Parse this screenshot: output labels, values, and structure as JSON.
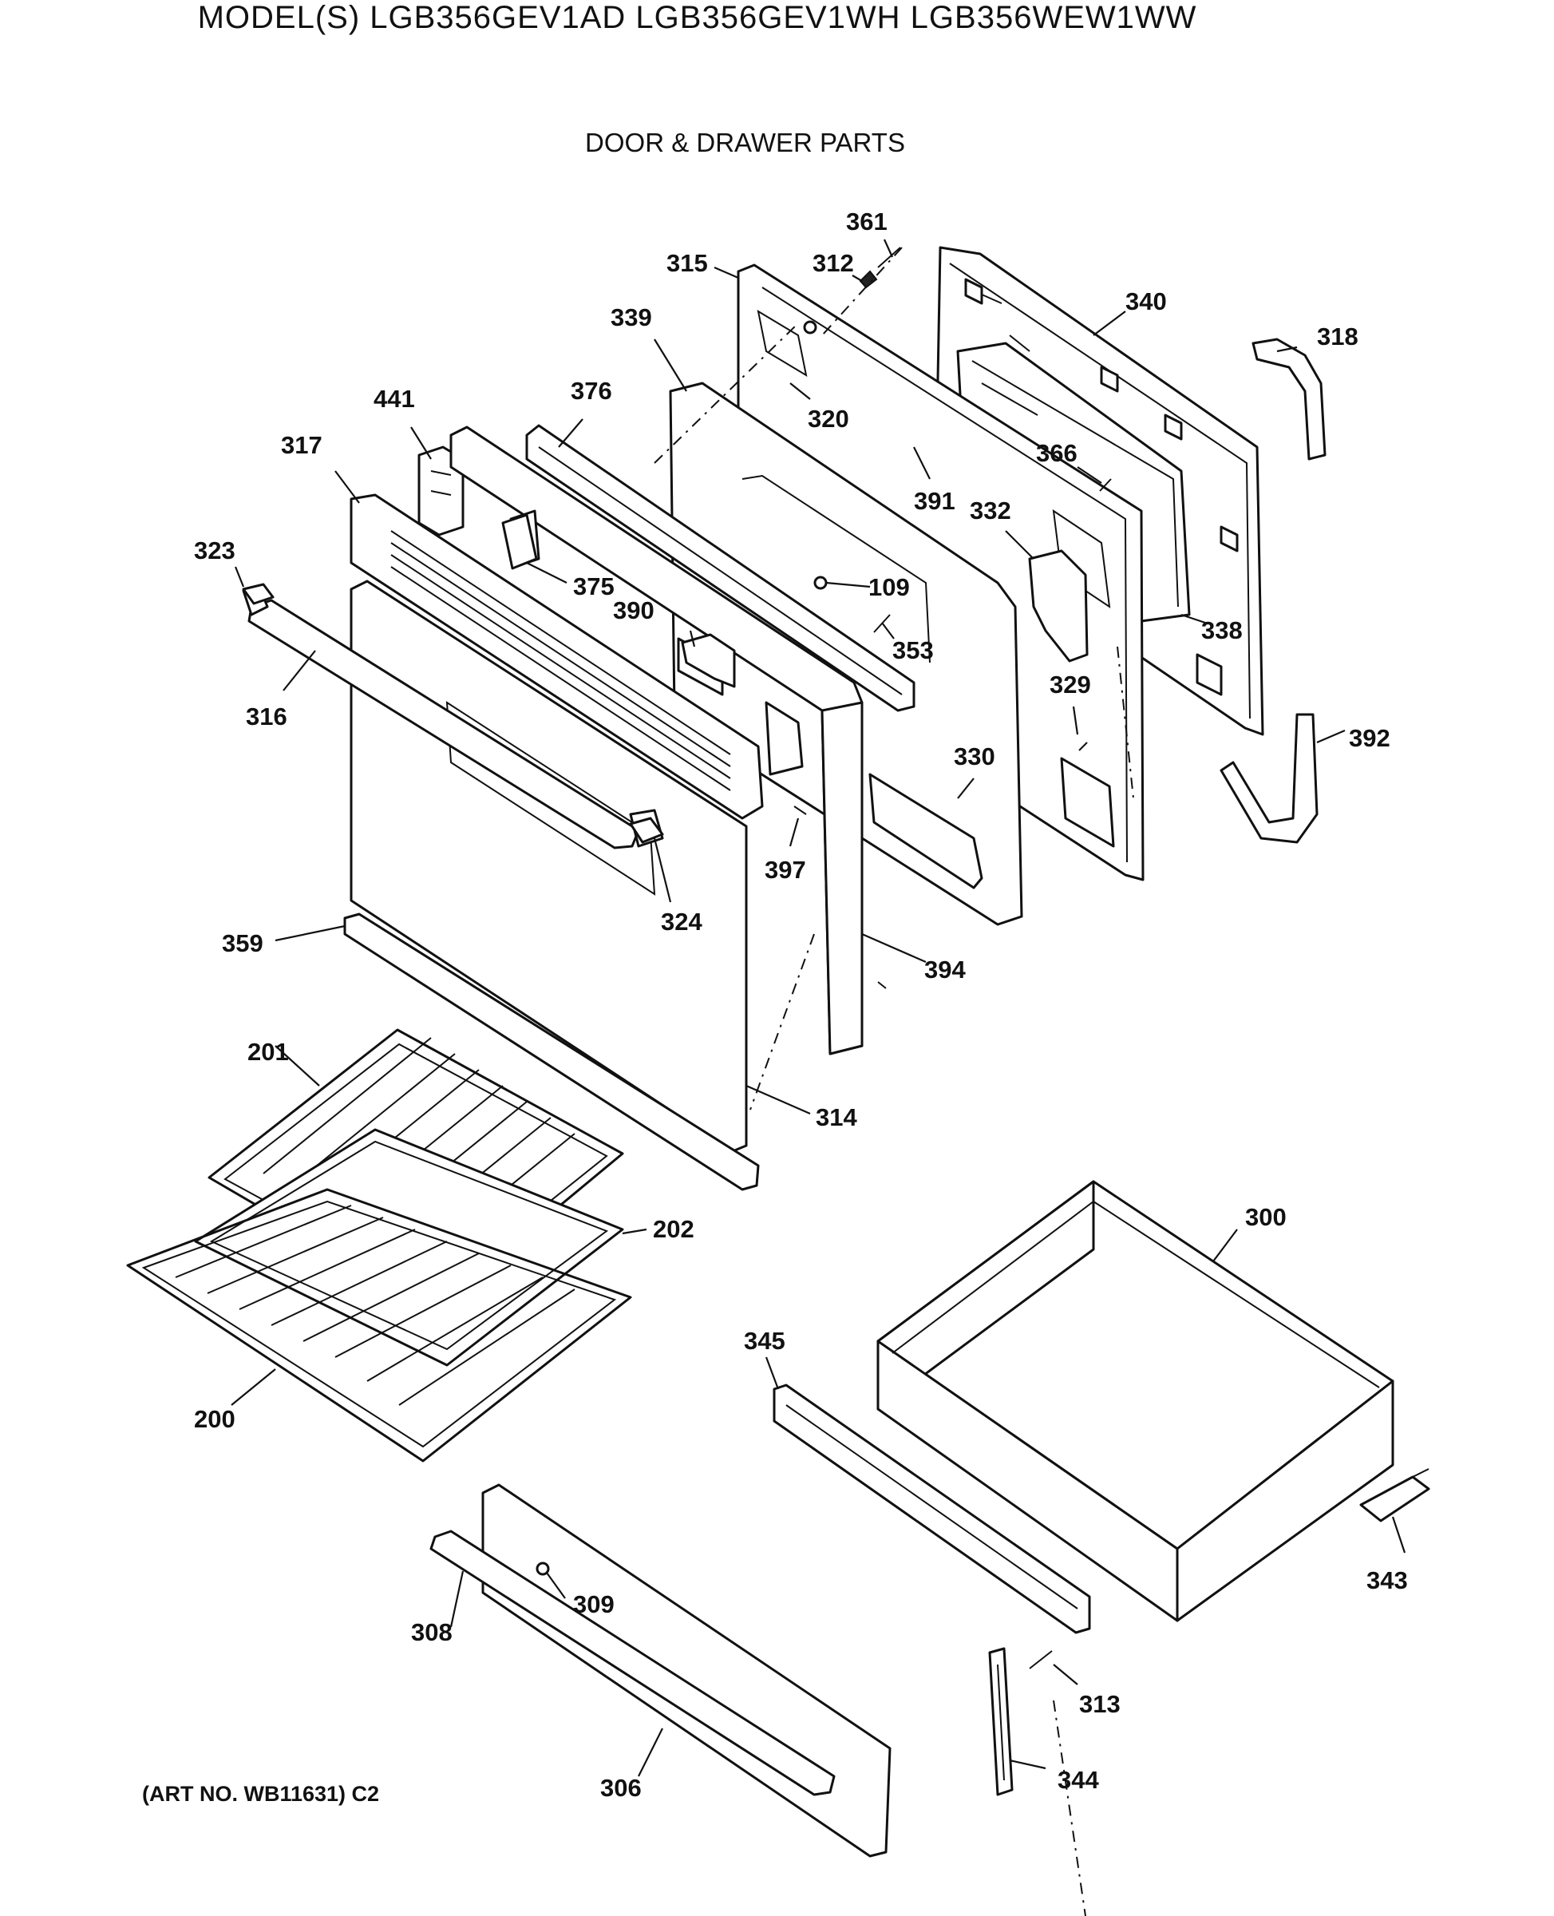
{
  "header": {
    "model_title": "MODEL(S) LGB356GEV1AD  LGB356GEV1WH  LGB356WEW1WW",
    "section_title": "DOOR & DRAWER PARTS"
  },
  "footer": {
    "art_number": "(ART NO. WB11631) C2"
  },
  "callouts": [
    {
      "id": "361",
      "label": "361"
    },
    {
      "id": "315",
      "label": "315"
    },
    {
      "id": "312",
      "label": "312"
    },
    {
      "id": "340",
      "label": "340"
    },
    {
      "id": "339",
      "label": "339"
    },
    {
      "id": "318",
      "label": "318"
    },
    {
      "id": "441",
      "label": "441"
    },
    {
      "id": "376",
      "label": "376"
    },
    {
      "id": "320",
      "label": "320"
    },
    {
      "id": "317",
      "label": "317"
    },
    {
      "id": "366",
      "label": "366"
    },
    {
      "id": "391",
      "label": "391"
    },
    {
      "id": "332",
      "label": "332"
    },
    {
      "id": "323",
      "label": "323"
    },
    {
      "id": "375",
      "label": "375"
    },
    {
      "id": "109",
      "label": "109"
    },
    {
      "id": "390",
      "label": "390"
    },
    {
      "id": "353",
      "label": "353"
    },
    {
      "id": "338",
      "label": "338"
    },
    {
      "id": "329",
      "label": "329"
    },
    {
      "id": "316",
      "label": "316"
    },
    {
      "id": "392",
      "label": "392"
    },
    {
      "id": "330",
      "label": "330"
    },
    {
      "id": "397",
      "label": "397"
    },
    {
      "id": "324",
      "label": "324"
    },
    {
      "id": "359",
      "label": "359"
    },
    {
      "id": "394",
      "label": "394"
    },
    {
      "id": "201",
      "label": "201"
    },
    {
      "id": "314",
      "label": "314"
    },
    {
      "id": "300",
      "label": "300"
    },
    {
      "id": "202",
      "label": "202"
    },
    {
      "id": "345",
      "label": "345"
    },
    {
      "id": "200",
      "label": "200"
    },
    {
      "id": "343",
      "label": "343"
    },
    {
      "id": "309",
      "label": "309"
    },
    {
      "id": "308",
      "label": "308"
    },
    {
      "id": "313",
      "label": "313"
    },
    {
      "id": "306",
      "label": "306"
    },
    {
      "id": "344",
      "label": "344"
    }
  ]
}
